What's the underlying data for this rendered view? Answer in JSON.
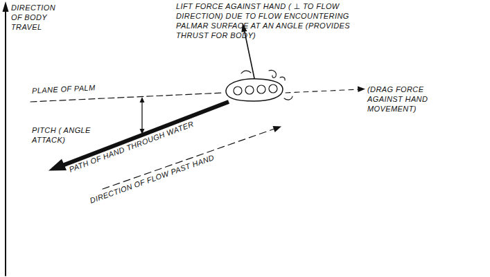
{
  "diagram": {
    "labels": [
      "DIRECTION OF BODY TRAVEL",
      "LIFT FORCE AGAINST HAND ( ⊥ TO FLOW DIRECTION) DUE TO FLOW ENCOUNTERING PALMAR SURFACE AT AN ANGLE (PROVIDES THRUST FOR BODY)",
      "PLANE OF PALM",
      "(DRAG FORCE AGAINST HAND MOVEMENT)",
      "PITCH ( ANGLE ATTACK)",
      "PATH OF HAND THROUGH WATER",
      "DIRECTION OF FLOW PAST HAND"
    ]
  }
}
